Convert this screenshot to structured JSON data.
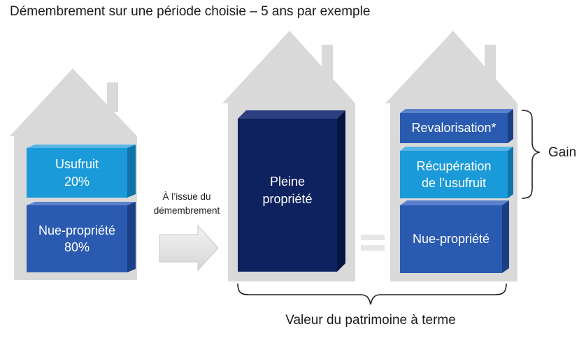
{
  "title": "Démembrement sur une période choisie – 5 ans par exemple",
  "colors": {
    "house": "#d9d9d9",
    "light_blue": "#1a9ad8",
    "mid_blue": "#2a5bb1",
    "dark_navy": "#0e2260",
    "arrow": "#e6e6e6"
  },
  "house_left": {
    "usufruit": {
      "label": "Usufruit",
      "percent": "20%"
    },
    "nue_propriete": {
      "label": "Nue-propriété",
      "percent": "80%"
    }
  },
  "arrow_caption": {
    "line1": "À l’issue du",
    "line2": "démembrement"
  },
  "house_middle": {
    "label_line1": "Pleine",
    "label_line2": "propriété"
  },
  "house_right": {
    "revalorisation": "Revalorisation*",
    "recuperation_line1": "Récupération",
    "recuperation_line2": "de l’usufruit",
    "nue_propriete": "Nue-propriété"
  },
  "gain_label": "Gain",
  "bottom_caption": "Valeur du patrimoine à terme"
}
